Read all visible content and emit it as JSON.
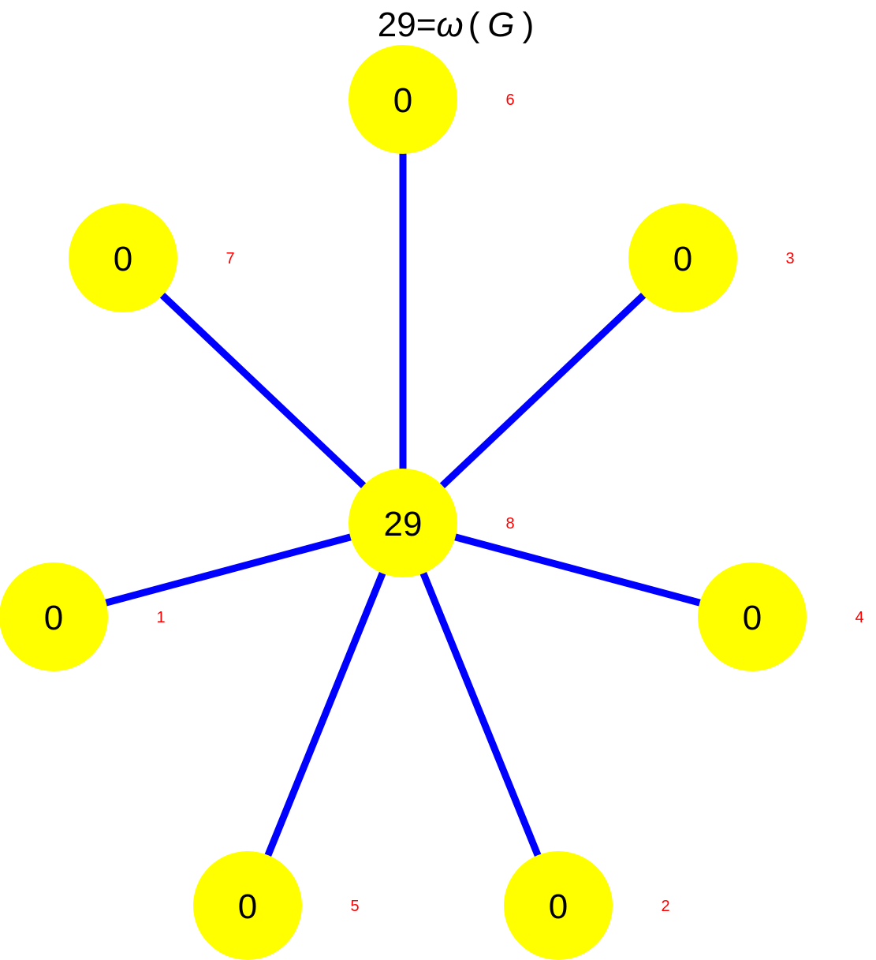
{
  "title": {
    "value": "29",
    "equals": "=",
    "omega": "ω",
    "open_paren": "(",
    "graph_symbol": "G",
    "close_paren": ")"
  },
  "colors": {
    "node_fill": "#ffff00",
    "edge": "#0000ff",
    "node_id": "#ff0000",
    "text": "#000000"
  },
  "nodes": [
    {
      "id": "8",
      "value": "29"
    },
    {
      "id": "6",
      "value": "0"
    },
    {
      "id": "7",
      "value": "0"
    },
    {
      "id": "3",
      "value": "0"
    },
    {
      "id": "1",
      "value": "0"
    },
    {
      "id": "4",
      "value": "0"
    },
    {
      "id": "5",
      "value": "0"
    },
    {
      "id": "2",
      "value": "0"
    }
  ],
  "edges": [
    {
      "from": "8",
      "to": "6"
    },
    {
      "from": "8",
      "to": "7"
    },
    {
      "from": "8",
      "to": "3"
    },
    {
      "from": "8",
      "to": "1"
    },
    {
      "from": "8",
      "to": "4"
    },
    {
      "from": "8",
      "to": "5"
    },
    {
      "from": "8",
      "to": "2"
    }
  ]
}
